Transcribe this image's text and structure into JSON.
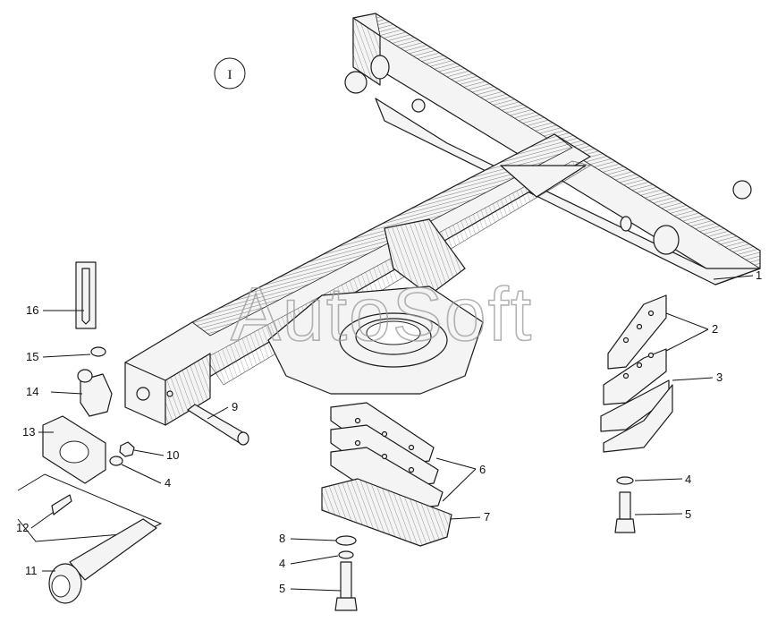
{
  "view_marker": "I",
  "watermark": "AutoSoft",
  "callouts": [
    {
      "id": "c1",
      "text": "1"
    },
    {
      "id": "c2",
      "text": "2"
    },
    {
      "id": "c3",
      "text": "3"
    },
    {
      "id": "c4a",
      "text": "4"
    },
    {
      "id": "c5a",
      "text": "5"
    },
    {
      "id": "c6",
      "text": "6"
    },
    {
      "id": "c7",
      "text": "7"
    },
    {
      "id": "c8",
      "text": "8"
    },
    {
      "id": "c4b",
      "text": "4"
    },
    {
      "id": "c5b",
      "text": "5"
    },
    {
      "id": "c9",
      "text": "9"
    },
    {
      "id": "c10",
      "text": "10"
    },
    {
      "id": "c4c",
      "text": "4"
    },
    {
      "id": "c11",
      "text": "11"
    },
    {
      "id": "c12",
      "text": "12"
    },
    {
      "id": "c13",
      "text": "13"
    },
    {
      "id": "c14",
      "text": "14"
    },
    {
      "id": "c15",
      "text": "15"
    },
    {
      "id": "c16",
      "text": "16"
    }
  ]
}
